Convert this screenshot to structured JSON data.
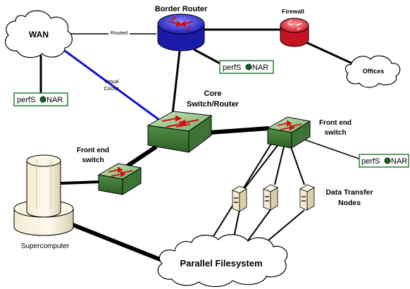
{
  "labels": {
    "wan": "WAN",
    "routed": "Routed",
    "border_router": "Border Router",
    "firewall": "Firewall",
    "offices": "Offices",
    "virtual_circuit_line1": "Virtual",
    "virtual_circuit_line2": "Circuit",
    "core_line1": "Core",
    "core_line2": "Switch/Router",
    "front_end_right_line1": "Front end",
    "front_end_right_line2": "switch",
    "front_end_left_line1": "Front end",
    "front_end_left_line2": "switch",
    "supercomputer": "Supercomputer",
    "dtn_line1": "Data Transfer",
    "dtn_line2": "Nodes",
    "parallel_fs": "Parallel Filesystem"
  },
  "perfsonar": {
    "left": {
      "prefix": "perfS",
      "suffix": "NAR"
    },
    "center": {
      "prefix": "perfS",
      "suffix": "NAR"
    },
    "right": {
      "prefix": "perfS",
      "suffix": "NAR"
    }
  },
  "colors": {
    "router_blue": "#2b2bd6",
    "firewall_red": "#e0303a",
    "switch_green": "#4f9a45",
    "virtual_circuit": "#1010d0",
    "perfsonar_green": "#2e7d32"
  }
}
